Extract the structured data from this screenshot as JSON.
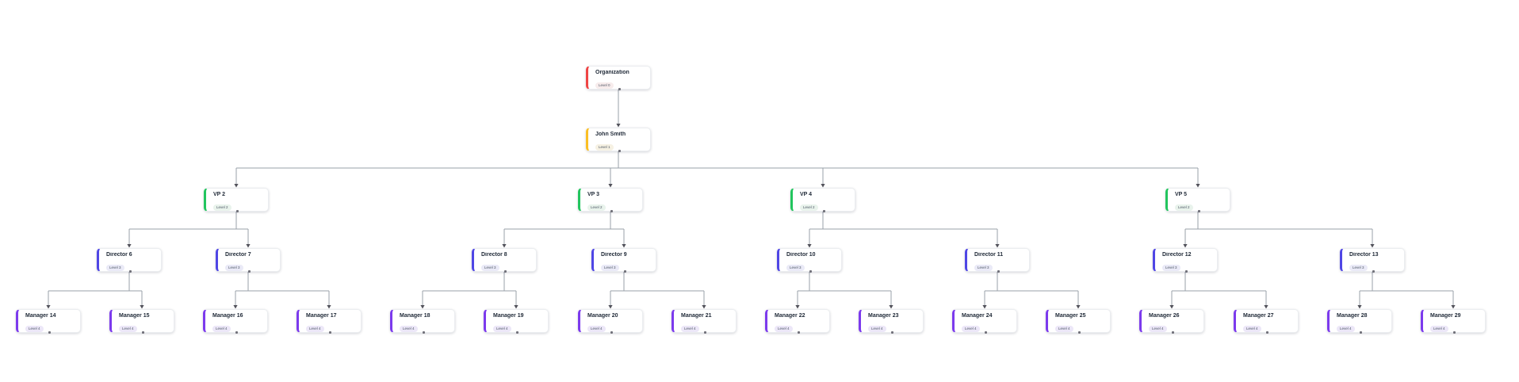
{
  "canvas": {
    "background": "#ffffff",
    "edge_color": "#9aa0aa",
    "arrow_color": "#52525b",
    "handle_color": "#71717a"
  },
  "org_chart": {
    "levels": [
      {
        "level": 0,
        "accent": "#ef4444",
        "badge_bg": "#f7ecec"
      },
      {
        "level": 1,
        "accent": "#fbbf24",
        "badge_bg": "#f6f1e3"
      },
      {
        "level": 2,
        "accent": "#22c55e",
        "badge_bg": "#e9f3ec"
      },
      {
        "level": 3,
        "accent": "#4f46e5",
        "badge_bg": "#eaeaf7"
      },
      {
        "level": 4,
        "accent": "#7c3aed",
        "badge_bg": "#ece7f8"
      }
    ],
    "nodes": [
      {
        "id": "organization",
        "label": "Organization",
        "level": 0,
        "level_label": "Level 0",
        "parent": null
      },
      {
        "id": "john-smith",
        "label": "John Smith",
        "level": 1,
        "level_label": "Level 1",
        "parent": "organization"
      },
      {
        "id": "vp-2",
        "label": "VP 2",
        "level": 2,
        "level_label": "Level 2",
        "parent": "john-smith"
      },
      {
        "id": "vp-3",
        "label": "VP 3",
        "level": 2,
        "level_label": "Level 2",
        "parent": "john-smith"
      },
      {
        "id": "vp-4",
        "label": "VP 4",
        "level": 2,
        "level_label": "Level 2",
        "parent": "john-smith"
      },
      {
        "id": "vp-5",
        "label": "VP 5",
        "level": 2,
        "level_label": "Level 2",
        "parent": "john-smith"
      },
      {
        "id": "director-6",
        "label": "Director 6",
        "level": 3,
        "level_label": "Level 3",
        "parent": "vp-2"
      },
      {
        "id": "director-7",
        "label": "Director 7",
        "level": 3,
        "level_label": "Level 3",
        "parent": "vp-2"
      },
      {
        "id": "director-8",
        "label": "Director 8",
        "level": 3,
        "level_label": "Level 3",
        "parent": "vp-3"
      },
      {
        "id": "director-9",
        "label": "Director 9",
        "level": 3,
        "level_label": "Level 3",
        "parent": "vp-3"
      },
      {
        "id": "director-10",
        "label": "Director 10",
        "level": 3,
        "level_label": "Level 3",
        "parent": "vp-4"
      },
      {
        "id": "director-11",
        "label": "Director 11",
        "level": 3,
        "level_label": "Level 3",
        "parent": "vp-4"
      },
      {
        "id": "director-12",
        "label": "Director 12",
        "level": 3,
        "level_label": "Level 3",
        "parent": "vp-5"
      },
      {
        "id": "director-13",
        "label": "Director 13",
        "level": 3,
        "level_label": "Level 3",
        "parent": "vp-5"
      },
      {
        "id": "manager-14",
        "label": "Manager 14",
        "level": 4,
        "level_label": "Level 4",
        "parent": "director-6"
      },
      {
        "id": "manager-15",
        "label": "Manager 15",
        "level": 4,
        "level_label": "Level 4",
        "parent": "director-6"
      },
      {
        "id": "manager-16",
        "label": "Manager 16",
        "level": 4,
        "level_label": "Level 4",
        "parent": "director-7"
      },
      {
        "id": "manager-17",
        "label": "Manager 17",
        "level": 4,
        "level_label": "Level 4",
        "parent": "director-7"
      },
      {
        "id": "manager-18",
        "label": "Manager 18",
        "level": 4,
        "level_label": "Level 4",
        "parent": "director-8"
      },
      {
        "id": "manager-19",
        "label": "Manager 19",
        "level": 4,
        "level_label": "Level 4",
        "parent": "director-8"
      },
      {
        "id": "manager-20",
        "label": "Manager 20",
        "level": 4,
        "level_label": "Level 4",
        "parent": "director-9"
      },
      {
        "id": "manager-21",
        "label": "Manager 21",
        "level": 4,
        "level_label": "Level 4",
        "parent": "director-9"
      },
      {
        "id": "manager-22",
        "label": "Manager 22",
        "level": 4,
        "level_label": "Level 4",
        "parent": "director-10"
      },
      {
        "id": "manager-23",
        "label": "Manager 23",
        "level": 4,
        "level_label": "Level 4",
        "parent": "director-10"
      },
      {
        "id": "manager-24",
        "label": "Manager 24",
        "level": 4,
        "level_label": "Level 4",
        "parent": "director-11"
      },
      {
        "id": "manager-25",
        "label": "Manager 25",
        "level": 4,
        "level_label": "Level 4",
        "parent": "director-11"
      },
      {
        "id": "manager-26",
        "label": "Manager 26",
        "level": 4,
        "level_label": "Level 4",
        "parent": "director-12"
      },
      {
        "id": "manager-27",
        "label": "Manager 27",
        "level": 4,
        "level_label": "Level 4",
        "parent": "director-12"
      },
      {
        "id": "manager-28",
        "label": "Manager 28",
        "level": 4,
        "level_label": "Level 4",
        "parent": "director-13"
      },
      {
        "id": "manager-29",
        "label": "Manager 29",
        "level": 4,
        "level_label": "Level 4",
        "parent": "director-13"
      }
    ]
  }
}
